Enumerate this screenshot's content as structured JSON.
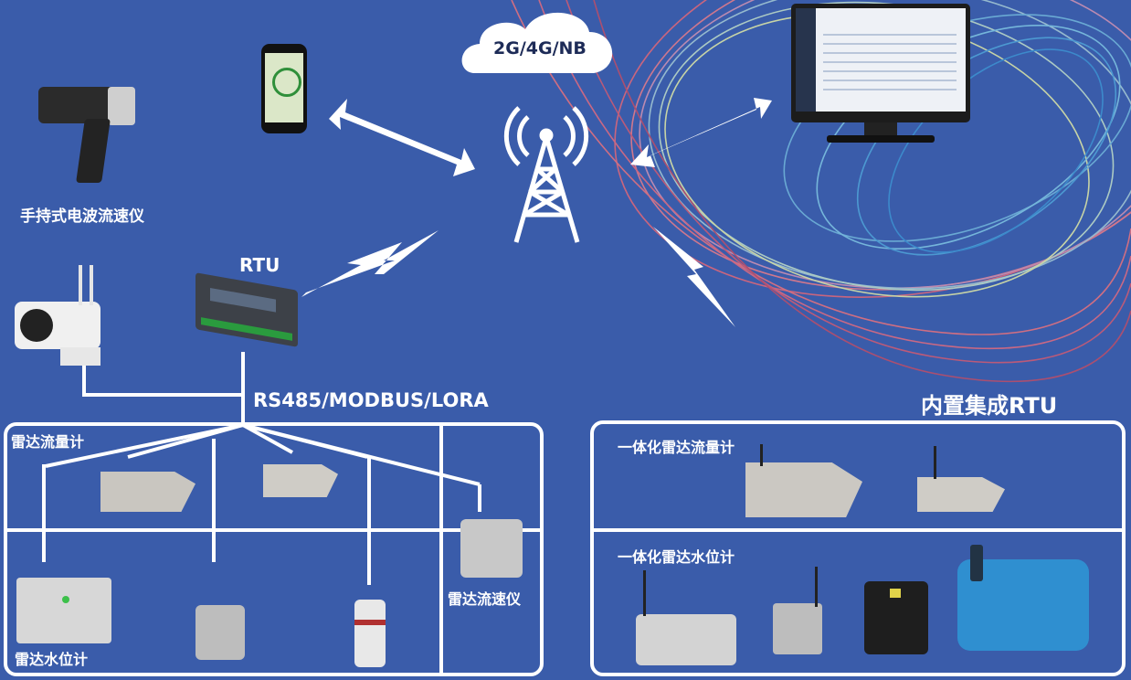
{
  "network": {
    "cloud_label": "2G/4G/NB"
  },
  "devices": {
    "handheld_label": "手持式电波流速仪",
    "rtu_label": "RTU",
    "bus_label": "RS485/MODBUS/LORA"
  },
  "left_panel": {
    "flow_meter_label": "雷达流量计",
    "water_level_label": "雷达水位计",
    "velocity_label": "雷达流速仪"
  },
  "right_panel": {
    "title": "内置集成RTU",
    "integrated_flow_label": "一体化雷达流量计",
    "integrated_level_label": "一体化雷达水位计"
  },
  "colors": {
    "background": "#3a5caa",
    "line": "#ffffff"
  }
}
